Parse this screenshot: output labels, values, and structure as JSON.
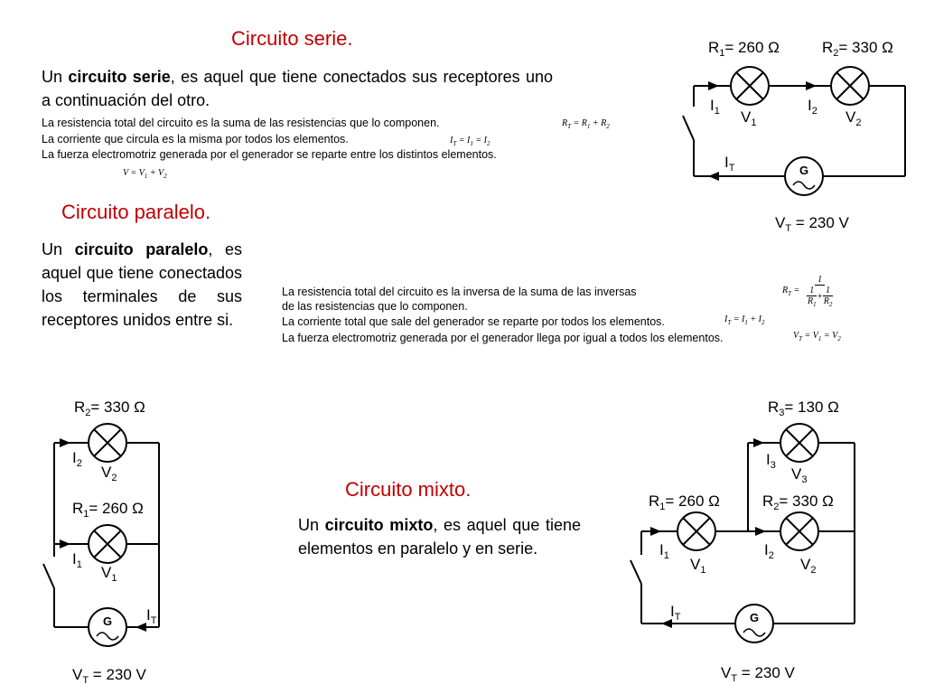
{
  "serie": {
    "title": "Circuito serie.",
    "intro_pre": "Un ",
    "intro_bold": "circuito serie",
    "intro_post": ", es aquel que tiene conectados sus receptores uno a continuación del otro.",
    "line1": "La resistencia total del circuito es la suma de las resistencias que lo componen.",
    "line2": "La corriente que circula es la misma por todos los elementos.",
    "line3": "La fuerza electromotriz generada por el generador se reparte entre los distintos elementos.",
    "diagram": {
      "r1_label": "R",
      "r1_sub": "1",
      "r1_value": "= 260 Ω",
      "r2_label": "R",
      "r2_sub": "2",
      "r2_value": "= 330 Ω",
      "i1": "I",
      "i1_sub": "1",
      "i2": "I",
      "i2_sub": "2",
      "v1": "V",
      "v1_sub": "1",
      "v2": "V",
      "v2_sub": "2",
      "it": "I",
      "it_sub": "T",
      "gen": "G",
      "vt": "V",
      "vt_sub": "T",
      "vt_value": " = 230 V"
    }
  },
  "paralelo": {
    "title": "Circuito paralelo.",
    "intro_pre": "Un ",
    "intro_bold": "circuito paralelo",
    "intro_post": ", es aquel que tiene conectados los terminales de sus receptores unidos entre si.",
    "line1a": "La resistencia total del circuito es la inversa de la suma de las inversas",
    "line1b": "de las resistencias que lo componen.",
    "line2": "La corriente total que sale del generador se reparte por todos los elementos.",
    "line3": "La fuerza electromotriz generada por el generador llega por igual a todos los elementos.",
    "diagram": {
      "r2_label": "R",
      "r2_sub": "2",
      "r2_value": "= 330 Ω",
      "r1_label": "R",
      "r1_sub": "1",
      "r1_value": "= 260 Ω",
      "i2": "I",
      "i2_sub": "2",
      "v2": "V",
      "v2_sub": "2",
      "i1": "I",
      "i1_sub": "1",
      "v1": "V",
      "v1_sub": "1",
      "it": "I",
      "it_sub": "T",
      "gen": "G",
      "vt": "V",
      "vt_sub": "T",
      "vt_value": " = 230 V"
    }
  },
  "mixto": {
    "title": "Circuito mixto.",
    "intro_pre": "Un ",
    "intro_bold": "circuito mixto",
    "intro_post": ", es aquel que tiene elementos en paralelo y en serie.",
    "diagram": {
      "r3_label": "R",
      "r3_sub": "3",
      "r3_value": "= 130 Ω",
      "r1_label": "R",
      "r1_sub": "1",
      "r1_value": "= 260 Ω",
      "r2_label": "R",
      "r2_sub": "2",
      "r2_value": "= 330 Ω",
      "i3": "I",
      "i3_sub": "3",
      "v3": "V",
      "v3_sub": "3",
      "i1": "I",
      "i1_sub": "1",
      "v1": "V",
      "v1_sub": "1",
      "i2": "I",
      "i2_sub": "2",
      "v2": "V",
      "v2_sub": "2",
      "it": "I",
      "it_sub": "T",
      "gen": "G",
      "vt": "V",
      "vt_sub": "T",
      "vt_value": " = 230 V"
    }
  },
  "formulas": {
    "rt": "R",
    "t": "T",
    "eq": " = ",
    "r": "R",
    "one": "1",
    "two": "2",
    "plus": " + ",
    "i": "I",
    "v": "V"
  }
}
